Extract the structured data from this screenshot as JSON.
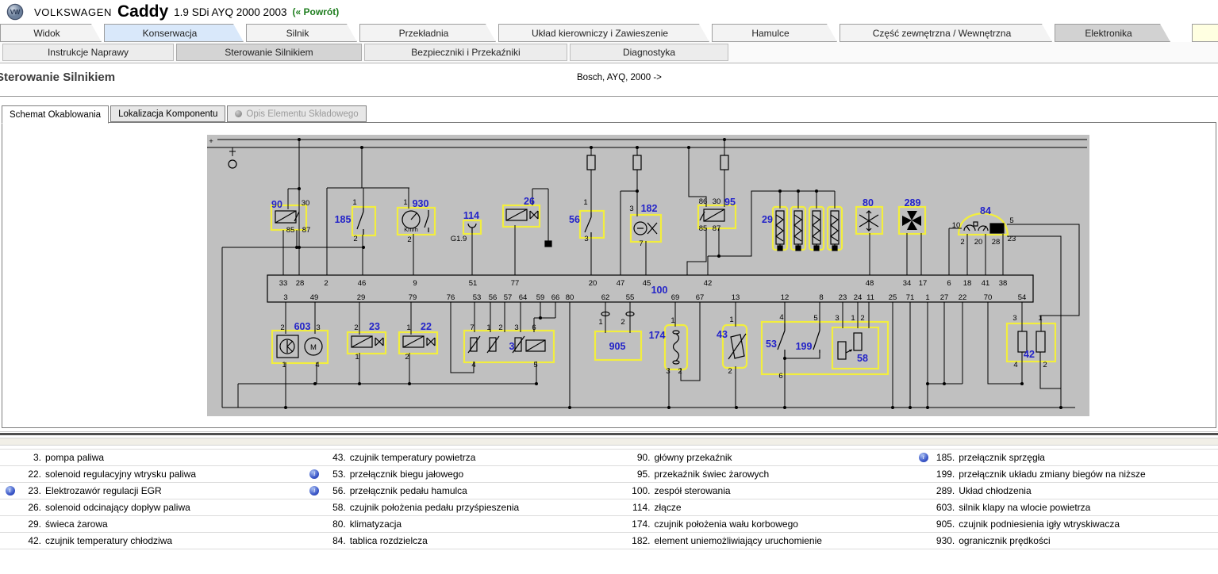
{
  "header": {
    "brand": "VOLKSWAGEN",
    "model": "Caddy",
    "variant": "1.9 SDi AYQ 2000 2003",
    "back_link": "(« Powrót)"
  },
  "nav_tabs": [
    {
      "label": "Widok",
      "state": "normal"
    },
    {
      "label": "Konserwacja",
      "state": "selected"
    },
    {
      "label": "Silnik",
      "state": "normal"
    },
    {
      "label": "Przekładnia",
      "state": "normal"
    },
    {
      "label": "Układ kierowniczy i Zawieszenie",
      "state": "normal"
    },
    {
      "label": "Hamulce",
      "state": "normal"
    },
    {
      "label": "Część zewnętrzna / Wewnętrzna",
      "state": "normal"
    },
    {
      "label": "Elektronika",
      "state": "active"
    }
  ],
  "module_tabs": [
    {
      "label": "Instrukcje Naprawy",
      "state": "normal"
    },
    {
      "label": "Sterowanie Silnikiem",
      "state": "active"
    },
    {
      "label": "Bezpieczniki i Przekaźniki",
      "state": "normal"
    },
    {
      "label": "Diagnostyka",
      "state": "normal"
    }
  ],
  "page": {
    "title": "Sterowanie Silnikiem",
    "system_info": "Bosch, AYQ, 2000 ->"
  },
  "view_tabs": [
    {
      "label": "Schemat Okablowania",
      "state": "active"
    },
    {
      "label": "Lokalizacja Komponentu",
      "state": "normal"
    },
    {
      "label": "Opis Elementu Składowego",
      "state": "disabled"
    }
  ],
  "colors": {
    "highlight_yellow": "#f2ee3e",
    "label_blue": "#2323c8",
    "canvas_gray": "#c0c0c0",
    "link_green": "#1e7d1e"
  },
  "diagram": {
    "power_plus": "+",
    "ground_ref": "G1.9",
    "speed_unit": "Km/h",
    "motor_letter": "M",
    "ecu": {
      "id": "100",
      "top_pins": [
        "33",
        "28",
        "2",
        "46",
        "9",
        "51",
        "77",
        "20",
        "47",
        "45",
        "42",
        "48",
        "34",
        "17",
        "6",
        "18",
        "41",
        "38"
      ],
      "bottom_pins": [
        "3",
        "49",
        "29",
        "79",
        "76",
        "53",
        "56",
        "57",
        "64",
        "59",
        "66",
        "80",
        "62",
        "55",
        "69",
        "67",
        "13",
        "12",
        "8",
        "23",
        "24",
        "11",
        "25",
        "71",
        "1",
        "27",
        "22",
        "70",
        "54"
      ]
    },
    "components": [
      {
        "id": "90",
        "pins": [
          "30",
          "85",
          "87"
        ]
      },
      {
        "id": "185",
        "pins": [
          "1",
          "2"
        ]
      },
      {
        "id": "930",
        "pins": [
          "1",
          "2"
        ]
      },
      {
        "id": "114",
        "pins": []
      },
      {
        "id": "26",
        "pins": []
      },
      {
        "id": "56",
        "pins": [
          "1",
          "3"
        ]
      },
      {
        "id": "182",
        "pins": [
          "3",
          "7"
        ]
      },
      {
        "id": "95",
        "pins": [
          "86",
          "30",
          "85",
          "87"
        ]
      },
      {
        "id": "29",
        "pins": []
      },
      {
        "id": "80",
        "pins": []
      },
      {
        "id": "289",
        "pins": []
      },
      {
        "id": "84",
        "pins": [
          "10",
          "2",
          "20",
          "28",
          "5",
          "23"
        ]
      },
      {
        "id": "603",
        "pins": [
          "2",
          "3",
          "1",
          "4"
        ]
      },
      {
        "id": "23",
        "pins": [
          "2",
          "1"
        ]
      },
      {
        "id": "22",
        "pins": [
          "1",
          "2"
        ]
      },
      {
        "id": "3",
        "pins": [
          "7",
          "1",
          "2",
          "3",
          "6",
          "4",
          "5"
        ]
      },
      {
        "id": "905",
        "pins": [
          "1",
          "2"
        ]
      },
      {
        "id": "174",
        "pins": [
          "1",
          "3",
          "2"
        ]
      },
      {
        "id": "43",
        "pins": [
          "1",
          "2"
        ]
      },
      {
        "id": "53",
        "pins": [
          "4",
          "6"
        ]
      },
      {
        "id": "199",
        "pins": [
          "5"
        ]
      },
      {
        "id": "58",
        "pins": [
          "3",
          "1",
          "2"
        ]
      },
      {
        "id": "42",
        "pins": [
          "3",
          "1",
          "4",
          "2"
        ]
      }
    ]
  },
  "legend": {
    "columns": [
      [
        {
          "num": "3",
          "name": "pompa paliwa",
          "info": false
        },
        {
          "num": "22",
          "name": "solenoid regulacyjny wtrysku paliwa",
          "info": false
        },
        {
          "num": "23",
          "name": "Elektrozawór regulacji EGR",
          "info": true
        },
        {
          "num": "26",
          "name": "solenoid odcinający dopływ paliwa",
          "info": false
        },
        {
          "num": "29",
          "name": "świeca żarowa",
          "info": false
        },
        {
          "num": "42",
          "name": "czujnik temperatury chłodziwa",
          "info": false
        }
      ],
      [
        {
          "num": "43",
          "name": "czujnik temperatury powietrza",
          "info": false
        },
        {
          "num": "53",
          "name": "przełącznik biegu jałowego",
          "info": true
        },
        {
          "num": "56",
          "name": "przełącznik pedału hamulca",
          "info": true
        },
        {
          "num": "58",
          "name": "czujnik położenia pedału przyśpieszenia",
          "info": false
        },
        {
          "num": "80",
          "name": "klimatyzacja",
          "info": false
        },
        {
          "num": "84",
          "name": "tablica rozdzielcza",
          "info": false
        }
      ],
      [
        {
          "num": "90",
          "name": "główny przekaźnik",
          "info": false
        },
        {
          "num": "95",
          "name": "przekaźnik świec żarowych",
          "info": false
        },
        {
          "num": "100",
          "name": "zespół sterowania",
          "info": false
        },
        {
          "num": "114",
          "name": "złącze",
          "info": false
        },
        {
          "num": "174",
          "name": "czujnik położenia wału korbowego",
          "info": false
        },
        {
          "num": "182",
          "name": "element uniemożliwiający uruchomienie",
          "info": false
        }
      ],
      [
        {
          "num": "185",
          "name": "przełącznik sprzęgła",
          "info": true
        },
        {
          "num": "199",
          "name": "przełącznik układu zmiany biegów na niższe",
          "info": false
        },
        {
          "num": "289",
          "name": "Układ chłodzenia",
          "info": false
        },
        {
          "num": "603",
          "name": "silnik klapy na wlocie powietrza",
          "info": false
        },
        {
          "num": "905",
          "name": "czujnik podniesienia igły wtryskiwacza",
          "info": false
        },
        {
          "num": "930",
          "name": "ogranicznik prędkości",
          "info": false
        }
      ]
    ]
  }
}
